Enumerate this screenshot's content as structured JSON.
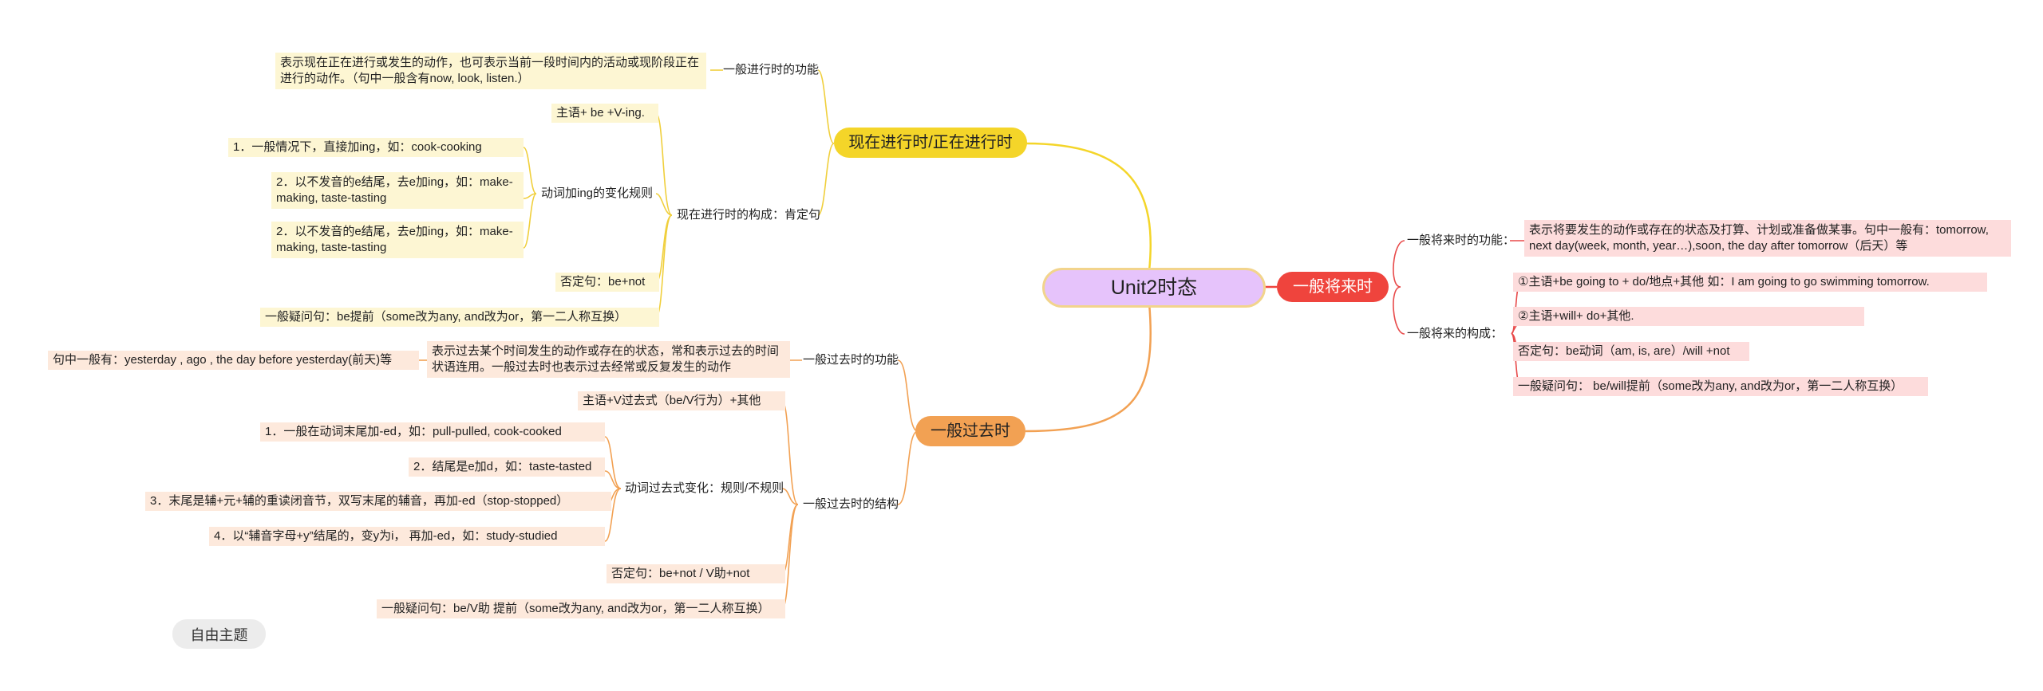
{
  "root": "Unit2时态",
  "colors": {
    "present": "#f4d529",
    "past": "#f2a153",
    "future": "#ef443d",
    "root": "#e6c3fb"
  },
  "present": {
    "title": "现在进行时/正在进行时",
    "func_label": "一般进行时的功能",
    "func_desc": "表示现在正在进行或发生的动作，也可表示当前一段时间内的活动或现阶段正在进行的动作。（句中一般含有now, look, listen.）",
    "struct_label": "现在进行时的构成：肯定句",
    "formula": "主语+ be +V-ing.",
    "ing_label": "动词加ing的变化规则",
    "ing_rules": [
      "1．一般情况下，直接加ing，如：cook-cooking",
      "2．以不发音的e结尾，去e加ing，如：make-making, taste-tasting",
      "2．以不发音的e结尾，去e加ing，如：make-making, taste-tasting"
    ],
    "negative": "否定句：be+not",
    "question": "一般疑问句：be提前（some改为any, and改为or，第一二人称互换）"
  },
  "past": {
    "title": "一般过去时",
    "func_label": "一般过去时的功能",
    "func_desc": "表示过去某个时间发生的动作或存在的状态，常和表示过去的时间状语连用。一般过去时也表示过去经常或反复发生的动作",
    "func_note": "句中一般有：yesterday , ago , the day before yesterday(前天)等",
    "struct_label": "一般过去时的结构",
    "formula": "主语+V过去式（be/V行为）+其他",
    "change_label": "动词过去式变化：规则/不规则",
    "change_rules": [
      "1．一般在动词末尾加-ed，如：pull-pulled, cook-cooked",
      "2．结尾是e加d，如：taste-tasted",
      "3．末尾是辅+元+辅的重读闭音节，双写末尾的辅音，再加-ed（stop-stopped）",
      "4．以“辅音字母+y”结尾的，变y为i， 再加-ed，如：study-studied"
    ],
    "negative": "否定句：be+not / V助+not",
    "question": "一般疑问句：be/V助 提前（some改为any, and改为or，第一二人称互换）"
  },
  "future": {
    "title": "一般将来时",
    "func_label": "一般将来时的功能：",
    "func_desc": "表示将要发生的动作或存在的状态及打算、计划或准备做某事。句中一般有：tomorrow, next day(week, month, year…),soon, the day after tomorrow（后天）等",
    "struct_label": "一般将来的构成：",
    "items": [
      "①主语+be going to + do/地点+其他 如：I am going to go swimming tomorrow.",
      "②主语+will+ do+其他.",
      "否定句：be动词（am, is, are）/will +not",
      "一般疑问句： be/will提前（some改为any, and改为or，第一二人称互换）"
    ]
  },
  "floating_topic": "自由主题"
}
